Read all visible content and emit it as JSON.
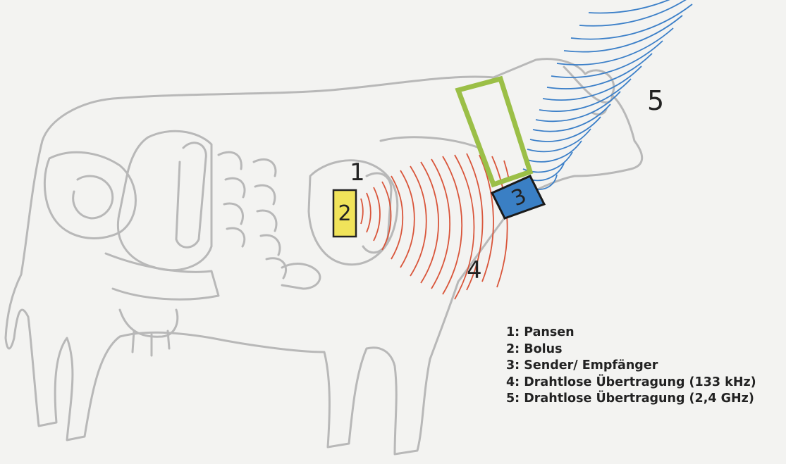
{
  "diagram": {
    "markers": {
      "m1": "1",
      "m2": "2",
      "m3": "3",
      "m4": "4",
      "m5": "5"
    },
    "legend": [
      "1: Pansen",
      "2: Bolus",
      "3: Sender/ Empfänger",
      "4: Drahtlose Übertragung (133 kHz)",
      "5: Drahtlose Übertragung (2,4 GHz)"
    ],
    "colors": {
      "bolus": "#f0e35a",
      "transceiver": "#3a7fc4",
      "collar": "#9bbf47",
      "signal_133khz": "#d9553a",
      "signal_24ghz": "#3b7fc8",
      "outline": "#b8b8b8"
    }
  }
}
